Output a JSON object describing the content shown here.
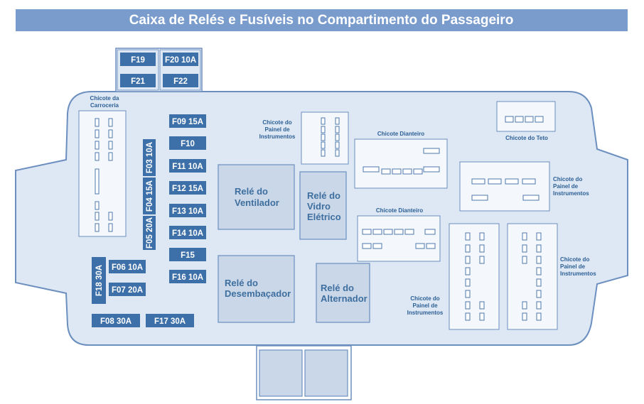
{
  "title": "Caixa de Relés e Fusíveis no Compartimento do Passageiro",
  "fuses": {
    "f19": "F19",
    "f20": "F20 10A",
    "f21": "F21",
    "f22": "F22",
    "f09": "F09 15A",
    "f10": "F10",
    "f11": "F11 10A",
    "f12": "F12 15A",
    "f13": "F13 10A",
    "f14": "F14 10A",
    "f15": "F15",
    "f16": "F16 10A",
    "f03": "F03 10A",
    "f04": "F04 15A",
    "f05": "F05 20A",
    "f18": "F18 30A",
    "f06": "F06 10A",
    "f07": "F07 20A",
    "f08": "F08 30A",
    "f17": "F17 30A"
  },
  "relays": {
    "ventilador": [
      "Relé do",
      "Ventilador"
    ],
    "vidro": [
      "Relé do",
      "Vidro",
      "Elétrico"
    ],
    "desembacador": [
      "Relé do",
      "Desembaçador"
    ],
    "alternador": [
      "Relé do",
      "Alternador"
    ]
  },
  "connectors": {
    "carroceria": [
      "Chicote da",
      "Carroceria"
    ],
    "painel_top": [
      "Chicote do",
      "Painel de",
      "Instrumentos"
    ],
    "dianteiro_1": "Chicote Dianteiro",
    "dianteiro_2": "Chicote Dianteiro",
    "teto": "Chicote do Teto",
    "painel_right": [
      "Chicote do",
      "Painel de",
      "Instrumentos"
    ],
    "painel_bottom_right": [
      "Chicote do",
      "Painel de",
      "Instrumentos"
    ],
    "painel_bottom_mid": [
      "Chicote do",
      "Painel de",
      "Instrumentos"
    ]
  },
  "colors": {
    "header_bg": "#7a9ccc",
    "body_fill": "#dde8f4",
    "outline": "#6c8fbf",
    "fuse_fill": "#3d6fa8",
    "relay_fill": "#c9d7e9",
    "relay_text": "#3f6f9e"
  }
}
